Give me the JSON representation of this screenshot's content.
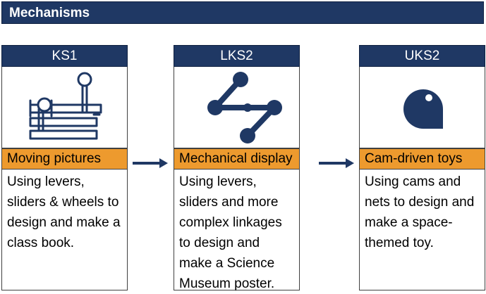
{
  "title": "Mechanisms",
  "colors": {
    "navy": "#1f3864",
    "orange": "#ed9a2e",
    "border": "#404040"
  },
  "columns": [
    {
      "stage": "KS1",
      "icon": "lever-slider-mechanism-icon",
      "project": "Moving pictures",
      "description": "Using levers, sliders & wheels to design and make a class book."
    },
    {
      "stage": "LKS2",
      "icon": "linkage-icon",
      "project": "Mechanical display",
      "description": "Using levers, sliders and more complex linkages to design and make a Science Museum poster."
    },
    {
      "stage": "UKS2",
      "icon": "cam-icon",
      "project": "Cam-driven toys",
      "description": "Using cams and nets to design and make a space-themed toy."
    }
  ],
  "arrows": [
    "right-arrow-icon",
    "right-arrow-icon"
  ]
}
